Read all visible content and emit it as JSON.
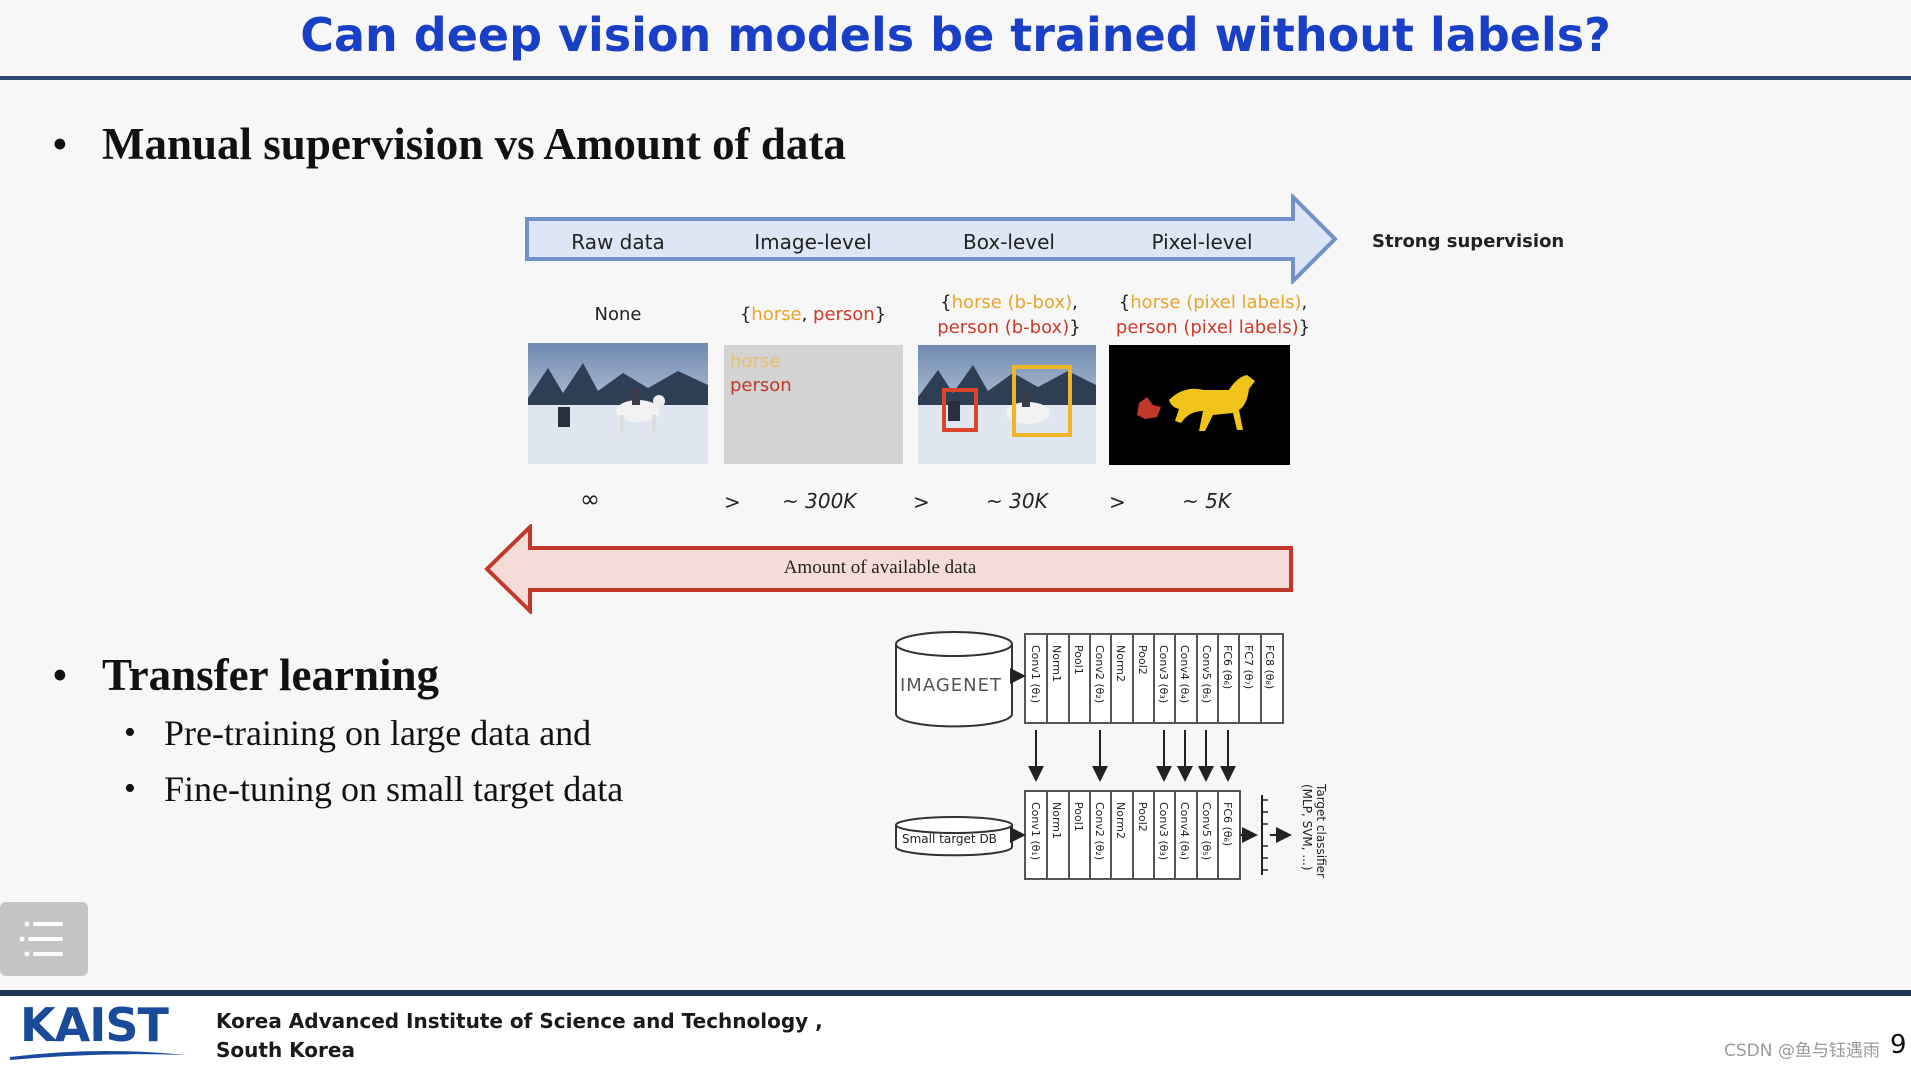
{
  "title": "Can deep vision models be trained without labels?",
  "bullets": {
    "manual": "Manual supervision vs Amount of data",
    "transfer": "Transfer learning",
    "sub1": "Pre-training on large data and",
    "sub2": "Fine-tuning on small target data"
  },
  "supervision": {
    "steps": [
      "Raw data",
      "Image-level",
      "Box-level",
      "Pixel-level"
    ],
    "strong": "Strong supervision",
    "none": "None",
    "image_brace_open": "{",
    "horse": "horse",
    "comma": ", ",
    "person": "person",
    "image_brace_close": "}",
    "box_line1_horse": "horse (b-box)",
    "box_line2_person": "person (b-box)",
    "pixel_line1_horse": "horse (pixel labels)",
    "pixel_line2_person": "person (pixel labels)",
    "gray_horse": "horse",
    "gray_person": "person"
  },
  "counts": {
    "inf": "∞",
    "gt": ">",
    "c300k": "~ 300K",
    "c30k": "~ 30K",
    "c5k": "~ 5K"
  },
  "amount_label": "Amount of available data",
  "diagram": {
    "imagenet": "IMAGENET",
    "small_db": "Small target DB",
    "layers_top": [
      "Conv1 (θ₁)",
      "Norm1",
      "Pool1",
      "Conv2 (θ₂)",
      "Norm2",
      "Pool2",
      "Conv3 (θ₃)",
      "Conv4 (θ₄)",
      "Conv5 (θ₅)",
      "FC6 (θ₆)",
      "FC7 (θ₇)",
      "FC8 (θ₈)"
    ],
    "layers_bottom": [
      "Conv1 (θ₁)",
      "Norm1",
      "Pool1",
      "Conv2 (θ₂)",
      "Norm2",
      "Pool2",
      "Conv3 (θ₃)",
      "Conv4 (θ₄)",
      "Conv5 (θ₅)",
      "FC6 (θ₆)"
    ],
    "classifier": "Target classifier (MLP, SVM, ...)"
  },
  "footer": {
    "logo": "KAIST",
    "line1": "Korea Advanced Institute of Science and Technology ,",
    "line2": "South Korea",
    "watermark": "CSDN @鱼与钰遇雨",
    "page": "9"
  },
  "colors": {
    "title": "#1a3fc7",
    "arrow_blue_fill": "#dce6f4",
    "arrow_blue_stroke": "#6f93c8",
    "arrow_red_fill": "#f6dcd8",
    "arrow_red_stroke": "#c0392b",
    "horse_label": "#e8a52a",
    "person_label": "#cc3a2a"
  },
  "icons": [
    "menu-icon"
  ]
}
